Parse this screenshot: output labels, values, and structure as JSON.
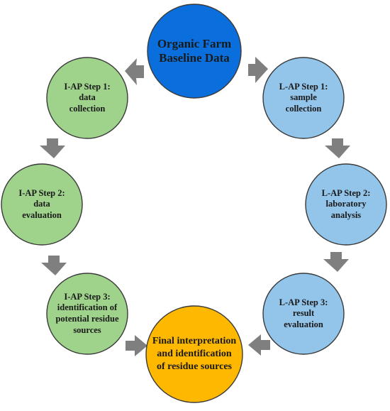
{
  "colors": {
    "top": "#0a6fdc",
    "left": "#9fd28b",
    "right": "#93c4ea",
    "bottom": "#ffb800",
    "arrow": "#7f7f7f"
  },
  "nodes": {
    "top": "Organic Farm\nBaseline Data",
    "left1": "I-AP Step 1:\ndata\ncollection",
    "left2": "I-AP Step 2:\ndata\nevaluation",
    "left3": "I-AP Step 3:\nidentification of\npotential residue\nsources",
    "right1": "L-AP Step 1:\nsample\ncollection",
    "right2": "L-AP Step 2:\nlaboratory\nanalysis",
    "right3": "L-AP Step 3:\nresult\nevaluation",
    "bottom": "Final interpretation\nand identification\nof residue sources"
  }
}
